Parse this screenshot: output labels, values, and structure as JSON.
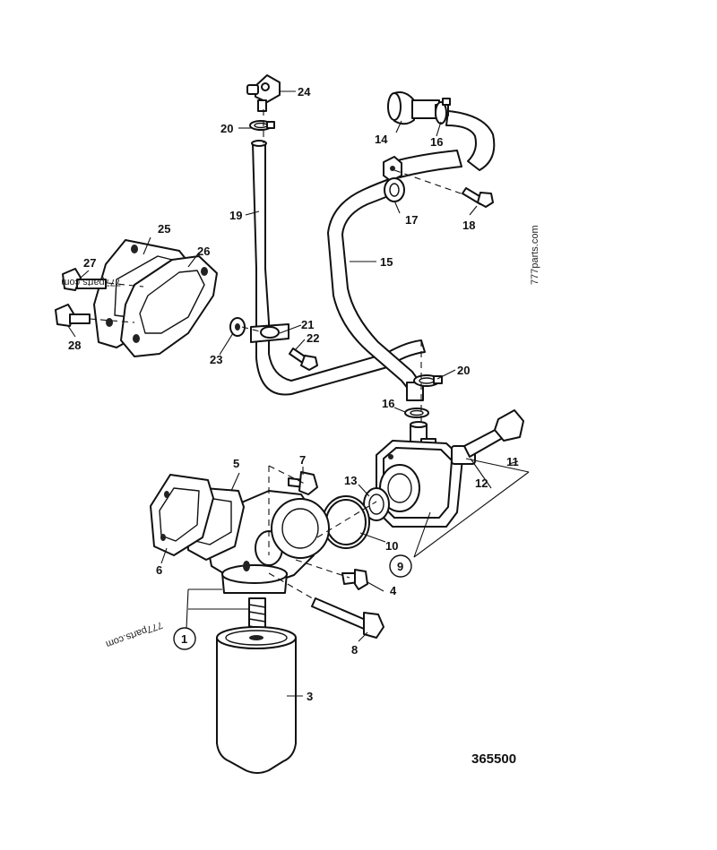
{
  "callouts": {
    "c1": "1",
    "c3": "3",
    "c4": "4",
    "c5": "5",
    "c6": "6",
    "c7": "7",
    "c8": "8",
    "c9": "9",
    "c10": "10",
    "c11": "11",
    "c12": "12",
    "c13": "13",
    "c14": "14",
    "c15": "15",
    "c16a": "16",
    "c16b": "16",
    "c17": "17",
    "c18": "18",
    "c19": "19",
    "c20a": "20",
    "c20b": "20",
    "c21": "21",
    "c22": "22",
    "c23": "23",
    "c24": "24",
    "c25": "25",
    "c26": "26",
    "c27": "27",
    "c28": "28"
  },
  "reference_number": "365500",
  "watermarks": [
    "777parts.com",
    "777parts.com",
    "777parts.com"
  ]
}
